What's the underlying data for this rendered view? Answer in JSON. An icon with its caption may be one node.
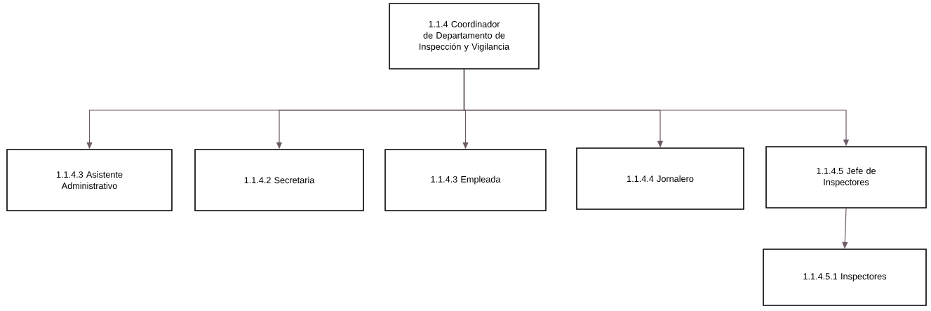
{
  "diagram": {
    "nodes": [
      {
        "text": [
          "1.1.4 Coordinador de Departamento de Inspección y Vigilancia"
        ]
      },
      {
        "text": [
          "1.1.4.3 Asistente Administrativo"
        ]
      },
      {
        "text": [
          "1.1.4.2 Secretaria"
        ]
      },
      {
        "text": [
          "1.1.4.3 Empleada"
        ]
      },
      {
        "text": [
          "1.1.4.4 Jornalero"
        ]
      },
      {
        "text": [
          "1.1.4.5 Jefe de Inspectores"
        ]
      },
      {
        "text": [
          "1.1.4.5.1 Inspectores"
        ]
      }
    ],
    "edges": [
      {
        "from": 0,
        "to": 1,
        "arrow": "to"
      },
      {
        "from": 0,
        "to": 2,
        "arrow": "to"
      },
      {
        "from": 0,
        "to": 3,
        "arrow": "to"
      },
      {
        "from": 0,
        "to": 4,
        "arrow": "to"
      },
      {
        "from": 0,
        "to": 5,
        "arrow": "to"
      },
      {
        "from": 5,
        "to": 6,
        "arrow": "to"
      }
    ]
  }
}
